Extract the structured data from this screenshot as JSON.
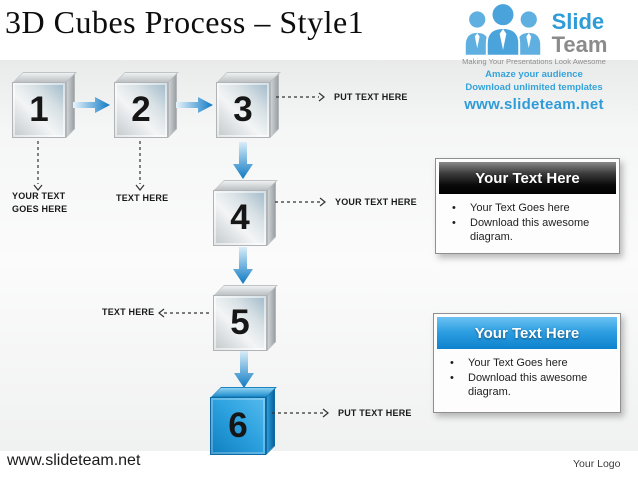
{
  "slide": {
    "title": "3D Cubes Process – Style1",
    "footer_site": "www.slideteam.net",
    "footer_logo": "Your Logo"
  },
  "logo": {
    "icon": "slideteam-people-icon",
    "brand_line1": "Slide",
    "brand_line2": "Team",
    "tagline": "Making Your Presentations Look Awesome",
    "promo_line1": "Amaze your audience",
    "promo_line2": "Download unlimited templates",
    "promo_url": "www.slideteam.net"
  },
  "process": {
    "cubes": [
      {
        "number": "1"
      },
      {
        "number": "2"
      },
      {
        "number": "3"
      },
      {
        "number": "4"
      },
      {
        "number": "5"
      },
      {
        "number": "6"
      }
    ],
    "labels": {
      "cube1_line1": "YOUR TEXT",
      "cube1_line2": "GOES HERE",
      "cube2": "TEXT HERE",
      "cube3": "PUT TEXT HERE",
      "cube4": "YOUR TEXT HERE",
      "cube5": "TEXT HERE",
      "cube6": "PUT TEXT HERE"
    }
  },
  "callouts": [
    {
      "title": "Your Text Here",
      "bullets": [
        "Your Text Goes here",
        "Download this awesome diagram."
      ]
    },
    {
      "title": "Your Text Here",
      "bullets": [
        "Your Text Goes here",
        "Download this awesome diagram."
      ]
    }
  ],
  "colors": {
    "accent_blue": "#1b86c9",
    "cube_blue": "#1e93d2",
    "callout_header_dark": "#1a1a1a",
    "callout_header_blue": "#1b8ed8",
    "promo_text": "#35a3d9"
  }
}
